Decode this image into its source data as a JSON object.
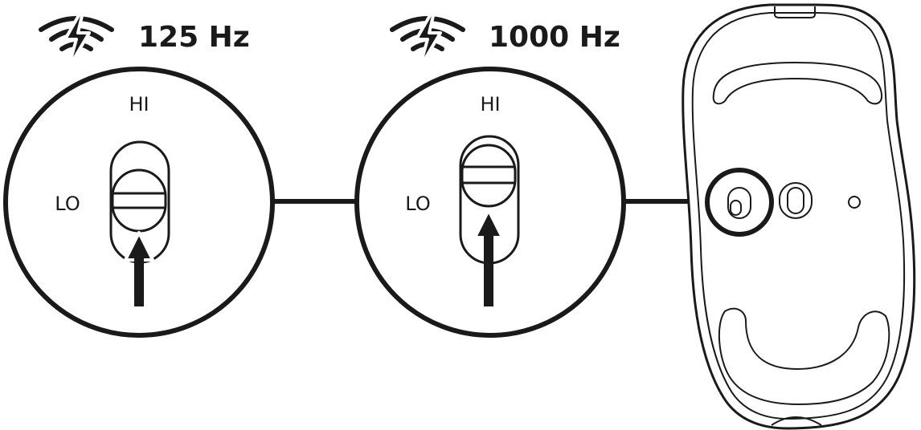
{
  "rates": {
    "left": {
      "label": "125 Hz",
      "icon": "wireless-lightning-icon"
    },
    "right": {
      "label": "1000 Hz",
      "icon": "wireless-lightning-icon"
    }
  },
  "switch_views": {
    "left": {
      "hi_label": "HI",
      "lo_label": "LO",
      "position": "LO"
    },
    "right": {
      "hi_label": "HI",
      "lo_label": "LO",
      "position": "HI"
    }
  },
  "mouse": {
    "icon": "mouse-underside-icon",
    "highlight": "report-rate-switch"
  },
  "colors": {
    "ink": "#1a1a1a",
    "background": "#ffffff"
  }
}
